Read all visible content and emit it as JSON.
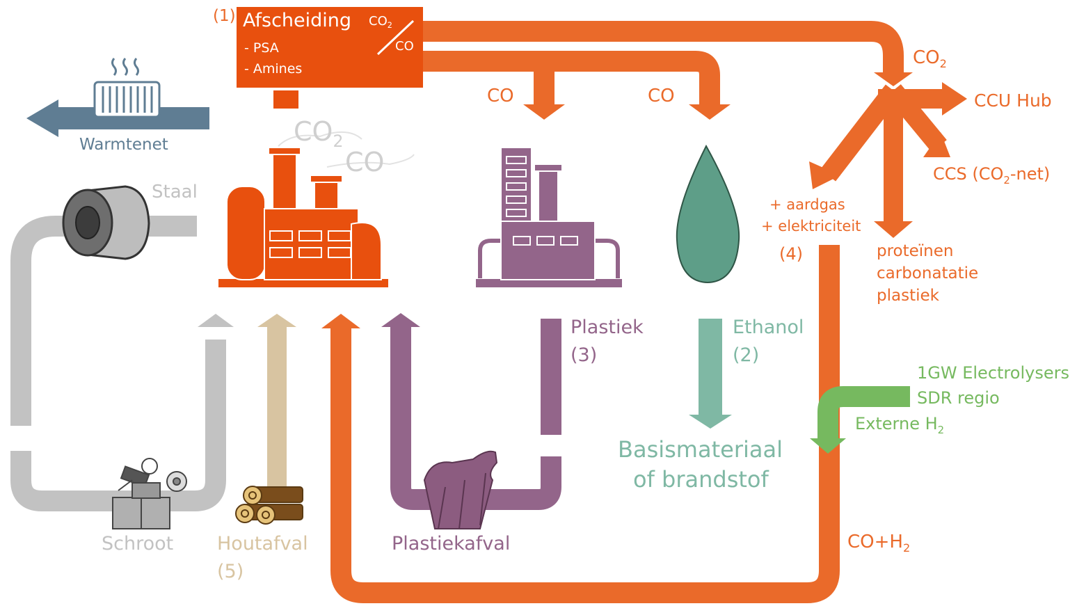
{
  "colors": {
    "orange": "#ea6a2a",
    "orange_box": "#e8500e",
    "purple": "#93658a",
    "teal": "#5e9e88",
    "teal_arrow": "#7fb8a4",
    "green": "#76b95f",
    "gray": "#c2c2c2",
    "tan": "#d8c4a1",
    "blue": "#5f7d93"
  },
  "capture": {
    "number": "(1)",
    "title": "Afscheiding",
    "items": [
      "- PSA",
      "- Amines"
    ],
    "co2": "CO",
    "co2_sub": "2",
    "co": "CO"
  },
  "emissions": {
    "co2": "CO",
    "co2_sub": "2",
    "co": "CO"
  },
  "heat": {
    "label": "Warmtenet"
  },
  "steel": {
    "label": "Staal"
  },
  "flows": {
    "co_left": "CO",
    "co_right": "CO",
    "co2_top": "CO",
    "co2_top_sub": "2",
    "syngas": "CO+H",
    "syngas_sub": "2"
  },
  "hub": {
    "ccu": "CCU Hub",
    "ccs_prefix": "CCS (CO",
    "ccs_sub": "2",
    "ccs_suffix": "-net)",
    "inputs": [
      "+ aardgas",
      "+ elektriciteit"
    ],
    "number": "(4)",
    "products": [
      "proteïnen",
      "carbonatatie",
      "plastiek"
    ]
  },
  "plastic": {
    "label": "Plastiek",
    "number": "(3)",
    "waste": "Plastiekafval"
  },
  "ethanol": {
    "label": "Ethanol",
    "number": "(2)"
  },
  "base_material": {
    "line1": "Basismateriaal",
    "line2": "of brandstof"
  },
  "electrolysers": {
    "line1": "1GW Electrolysers",
    "line2": "SDR regio",
    "h2": "Externe H",
    "h2_sub": "2"
  },
  "scrap": {
    "label": "Schroot"
  },
  "wood": {
    "label": "Houtafval",
    "number": "(5)"
  },
  "icons": [
    "radiator-icon",
    "steel-coil-icon",
    "factory-icon",
    "plastic-plant-icon",
    "ethanol-drop-icon",
    "scrap-pile-icon",
    "wood-logs-icon",
    "plastic-waste-icon"
  ]
}
